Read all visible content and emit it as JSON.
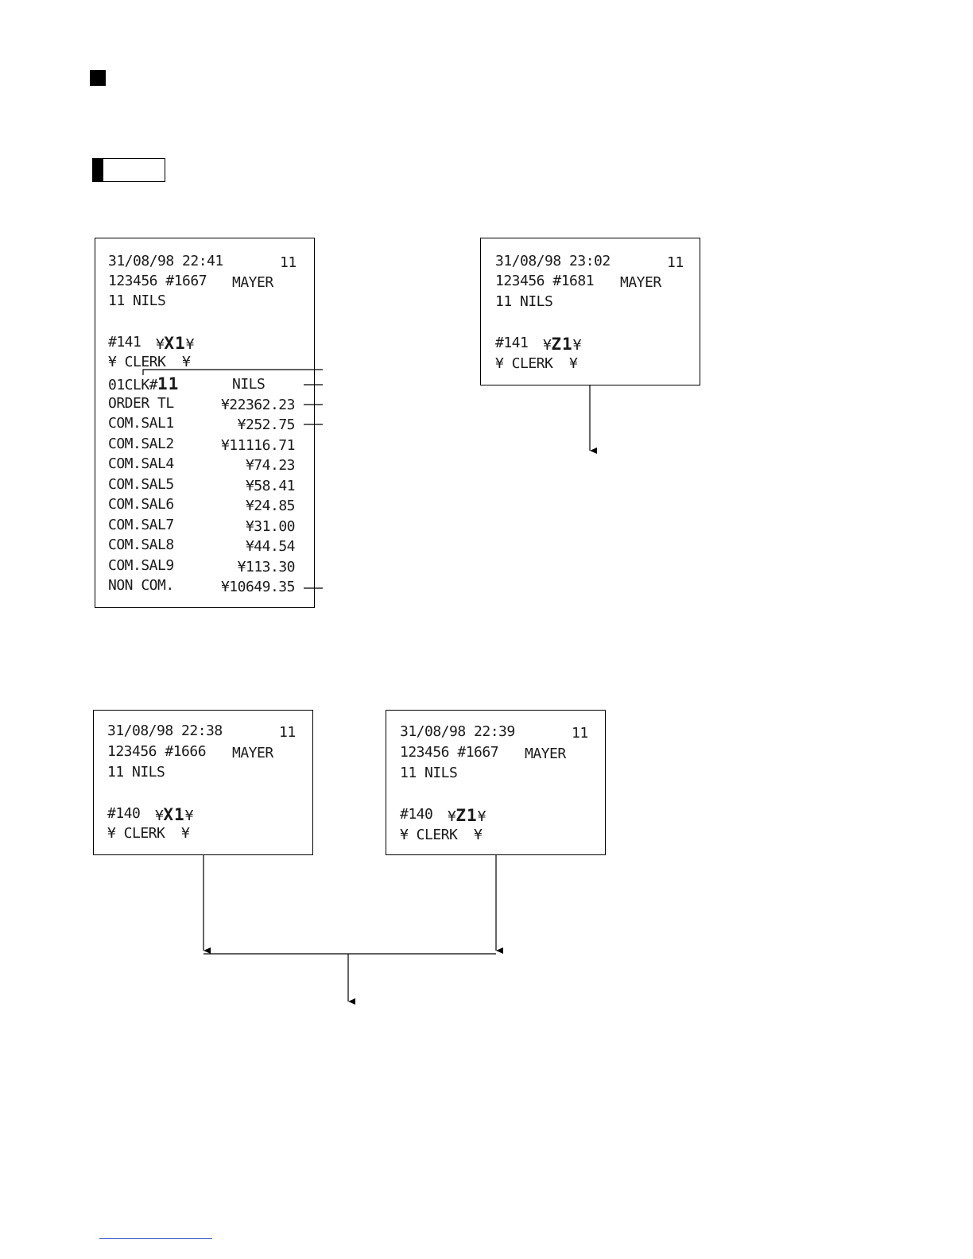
{
  "receipt_x141": {
    "header": {
      "date": "31/08/98 22:41",
      "machine": "11",
      "serial": "123456 #1667",
      "clerk_name": "MAYER",
      "clerk_line": "11 NILS"
    },
    "report": {
      "number": "#141",
      "mode": "X1",
      "stars_left": "¥",
      "stars_right": "¥",
      "title": "¥ CLERK  ¥"
    },
    "clerk_row": {
      "label": "01CLK#",
      "code": "11",
      "name": "NILS"
    },
    "rows": [
      {
        "label": "ORDER TL",
        "value": "¥22362.23"
      },
      {
        "label": "COM.SAL1",
        "value": "¥252.75"
      },
      {
        "label": "COM.SAL2",
        "value": "¥11116.71"
      },
      {
        "label": "COM.SAL4",
        "value": "¥74.23"
      },
      {
        "label": "COM.SAL5",
        "value": "¥58.41"
      },
      {
        "label": "COM.SAL6",
        "value": "¥24.85"
      },
      {
        "label": "COM.SAL7",
        "value": "¥31.00"
      },
      {
        "label": "COM.SAL8",
        "value": "¥44.54"
      },
      {
        "label": "COM.SAL9",
        "value": "¥113.30"
      },
      {
        "label": "NON COM.",
        "value": "¥10649.35"
      }
    ]
  },
  "receipt_z141": {
    "header": {
      "date": "31/08/98 23:02",
      "machine": "11",
      "serial": "123456 #1681",
      "clerk_name": "MAYER",
      "clerk_line": "11 NILS"
    },
    "report": {
      "number": "#141",
      "mode": "Z1",
      "stars_left": "¥",
      "stars_right": "¥",
      "title": "¥ CLERK  ¥"
    }
  },
  "receipt_x140": {
    "header": {
      "date": "31/08/98 22:38",
      "machine": "11",
      "serial": "123456 #1666",
      "clerk_name": "MAYER",
      "clerk_line": "11 NILS"
    },
    "report": {
      "number": "#140",
      "mode": "X1",
      "stars_left": "¥",
      "stars_right": "¥",
      "title": "¥ CLERK  ¥"
    }
  },
  "receipt_z140": {
    "header": {
      "date": "31/08/98 22:39",
      "machine": "11",
      "serial": "123456 #1667",
      "clerk_name": "MAYER",
      "clerk_line": "11 NILS"
    },
    "report": {
      "number": "#140",
      "mode": "Z1",
      "stars_left": "¥",
      "stars_right": "¥",
      "title": "¥ CLERK  ¥"
    }
  }
}
